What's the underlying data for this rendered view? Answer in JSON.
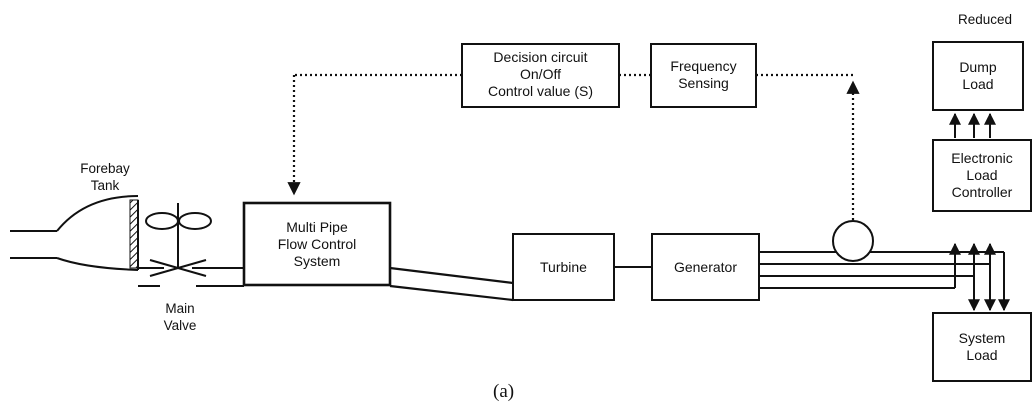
{
  "diagram": {
    "blocks": {
      "decision": [
        "Decision circuit",
        "On/Off",
        "Control value (S)"
      ],
      "frequency": [
        "Frequency",
        "Sensing"
      ],
      "dump_load": [
        "Dump",
        "Load"
      ],
      "elc": [
        "Electronic",
        "Load",
        "Controller"
      ],
      "multipipe": [
        "Multi Pipe",
        "Flow Control",
        "System"
      ],
      "turbine": "Turbine",
      "generator": "Generator",
      "system_load": [
        "System",
        "Load"
      ]
    },
    "labels": {
      "reduced": "Reduced",
      "forebay": [
        "Forebay",
        "Tank"
      ],
      "main_valve": [
        "Main",
        "Valve"
      ]
    },
    "caption": "(a)"
  }
}
